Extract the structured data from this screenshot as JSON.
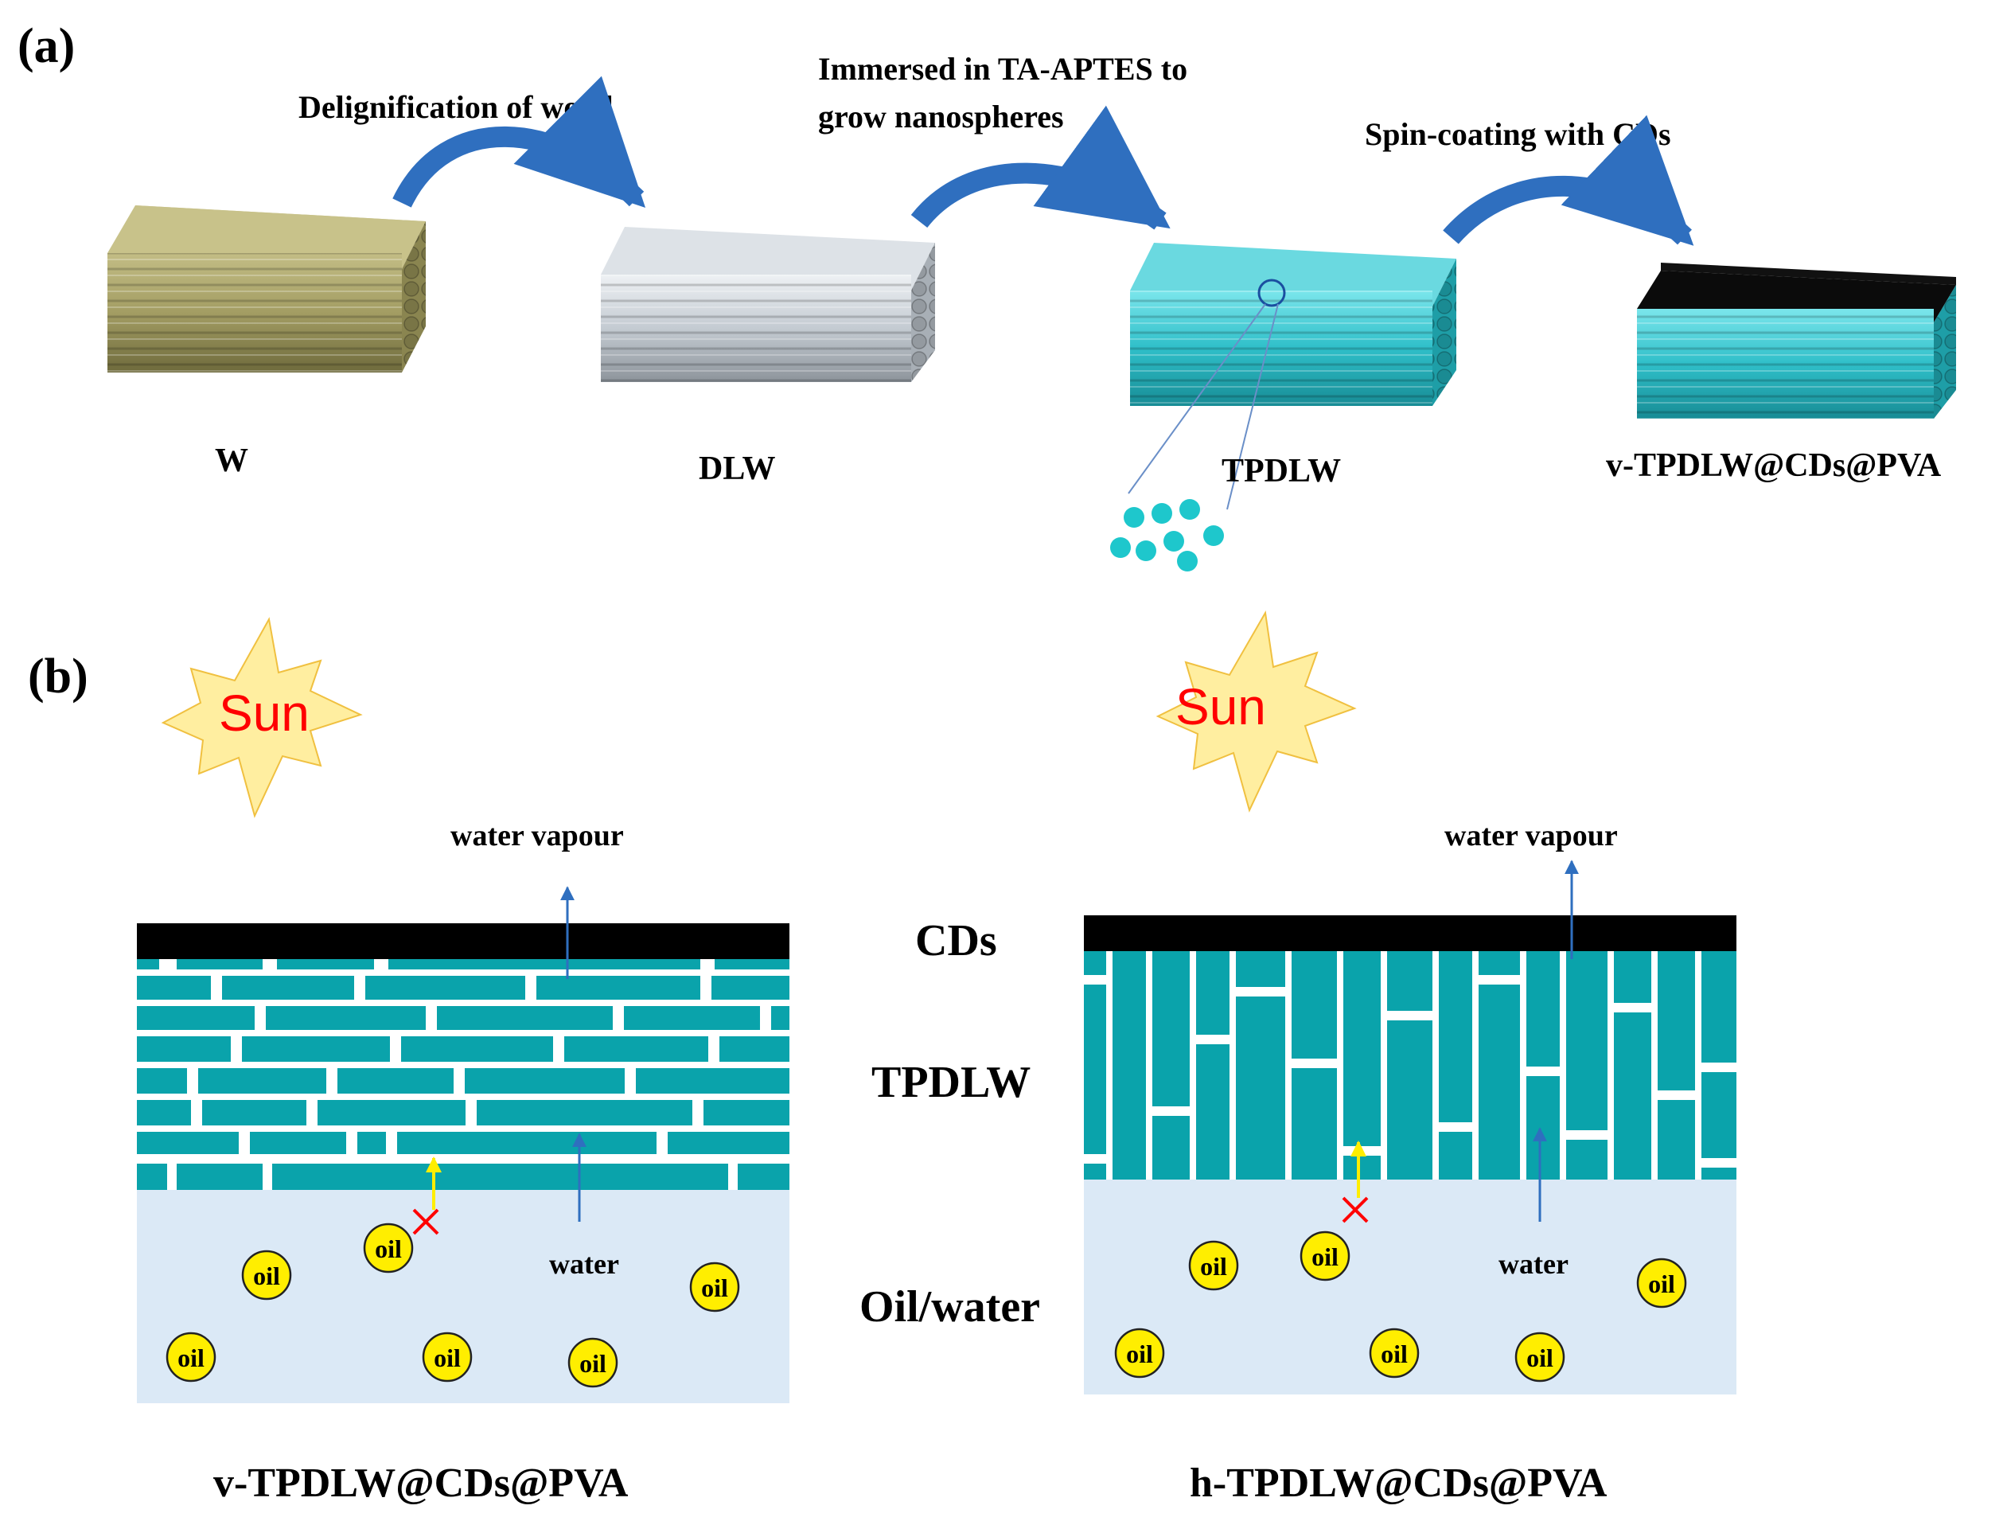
{
  "panel_a": {
    "label": "(a)",
    "steps": [
      {
        "label": "Delignification of wood"
      },
      {
        "label_line1": "Immersed in TA-APTES to",
        "label_line2": "grow nanospheres"
      },
      {
        "label": "Spin-coating with CDs"
      }
    ],
    "samples": [
      {
        "name": "W",
        "color": "#a8a36a"
      },
      {
        "name": "DLW",
        "color": "#c6cdd3"
      },
      {
        "name": "TPDLW",
        "color": "#3cc6cf"
      },
      {
        "name": "v-TPDLW@CDs@PVA",
        "color": "#3cc6cf"
      }
    ]
  },
  "panel_b": {
    "label": "(b)",
    "sun_label": "Sun",
    "water_vapour": "water vapour",
    "water": "water",
    "oil": "oil",
    "layer_labels": {
      "cds": "CDs",
      "tpdlw": "TPDLW",
      "oilwater": "Oil/water"
    },
    "left_caption": "v-TPDLW@CDs@PVA",
    "right_caption": "h-TPDLW@CDs@PVA"
  },
  "colors": {
    "arrow": "#2f6fbf",
    "teal": "#0aa3ab",
    "liquid": "#dbe9f6",
    "oil": "#ffee00",
    "sun": "#ffeea0",
    "sun_text": "#ff0000"
  }
}
